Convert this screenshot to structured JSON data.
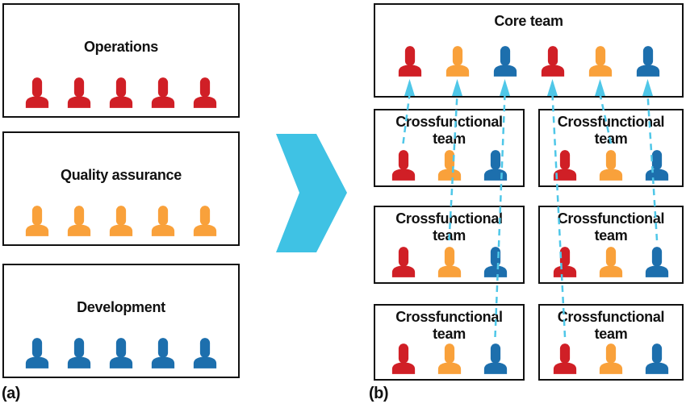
{
  "panel_a": {
    "label": "(a)",
    "boxes": [
      {
        "title": "Operations",
        "members": [
          "red",
          "red",
          "red",
          "red",
          "red"
        ]
      },
      {
        "title": "Quality assurance",
        "members": [
          "orange",
          "orange",
          "orange",
          "orange",
          "orange"
        ]
      },
      {
        "title": "Development",
        "members": [
          "blue",
          "blue",
          "blue",
          "blue",
          "blue"
        ]
      }
    ]
  },
  "transform_arrow": {
    "icon": "chevron-right-icon"
  },
  "panel_b": {
    "label": "(b)",
    "core_team": {
      "title": "Core team",
      "members": [
        "red",
        "orange",
        "blue",
        "red",
        "orange",
        "blue"
      ]
    },
    "cross_teams": [
      {
        "title": "Crossfunctional team",
        "members": [
          "red",
          "orange",
          "blue"
        ]
      },
      {
        "title": "Crossfunctional team",
        "members": [
          "red",
          "orange",
          "blue"
        ]
      },
      {
        "title": "Crossfunctional team",
        "members": [
          "red",
          "orange",
          "blue"
        ]
      },
      {
        "title": "Crossfunctional team",
        "members": [
          "red",
          "orange",
          "blue"
        ]
      },
      {
        "title": "Crossfunctional team",
        "members": [
          "red",
          "orange",
          "blue"
        ]
      },
      {
        "title": "Crossfunctional team",
        "members": [
          "red",
          "orange",
          "blue"
        ]
      }
    ],
    "connections": [
      {
        "from_box": 0,
        "from_member": 0,
        "to_member": 0
      },
      {
        "from_box": 2,
        "from_member": 1,
        "to_member": 1
      },
      {
        "from_box": 4,
        "from_member": 2,
        "to_member": 2
      },
      {
        "from_box": 5,
        "from_member": 0,
        "to_member": 3
      },
      {
        "from_box": 1,
        "from_member": 1,
        "to_member": 4
      },
      {
        "from_box": 3,
        "from_member": 2,
        "to_member": 5
      }
    ]
  },
  "colors": {
    "red": "#D01F26",
    "orange": "#F9A13B",
    "blue": "#1D6FAD",
    "chevron": "#3FC2E4",
    "dash": "#4FC7E8",
    "border": "#111111"
  }
}
